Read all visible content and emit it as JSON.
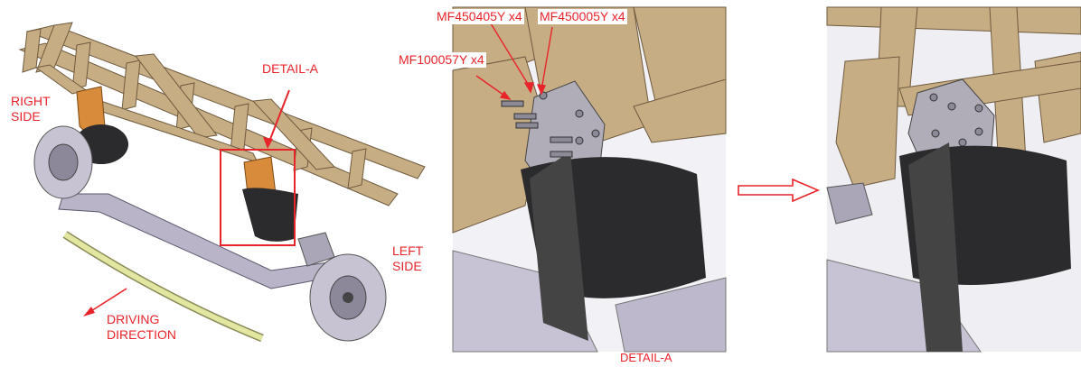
{
  "labels": {
    "right_side": [
      "RIGHT",
      "SIDE"
    ],
    "left_side": [
      "LEFT",
      "SIDE"
    ],
    "detail_a_top": "DETAIL-A",
    "driving_direction": [
      "DRIVING",
      "DIRECTION"
    ],
    "detail_a_bottom": "DETAIL-A"
  },
  "callouts": {
    "bolt_a": "MF450405Y x4",
    "bolt_b": "MF450005Y x4",
    "bolt_c": "MF100057Y x4"
  },
  "colors": {
    "annotation": "#e8242b",
    "frame": "#c7ad84",
    "frame_dark": "#8c7352",
    "bracket": "#d88b3a",
    "axle": "#b9b4c8",
    "air_spring": "#2b2b2d",
    "stabilizer": "#e3e6a0"
  },
  "icons": {
    "transition_arrow": "arrow-right-outline-icon",
    "driving_direction_arrow": "arrow-down-left-icon"
  }
}
